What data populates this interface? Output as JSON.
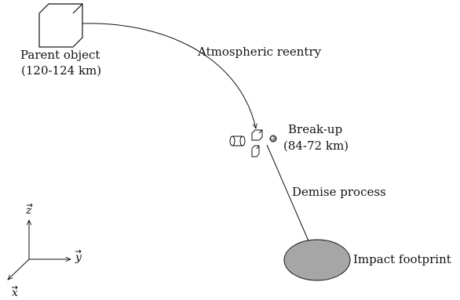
{
  "labels": {
    "parent_line1": "Parent object",
    "parent_line2": "(120-124 km)",
    "reentry": "Atmospheric reentry",
    "breakup_line1": "Break-up",
    "breakup_line2": "(84-72 km)",
    "demise": "Demise process",
    "impact": "Impact footprint"
  },
  "axes": {
    "z": "z",
    "y": "y",
    "x": "x"
  },
  "colors": {
    "stroke": "#111111",
    "footprint_fill": "#a6a6a6",
    "sphere_fill": "#8c8c8c"
  }
}
